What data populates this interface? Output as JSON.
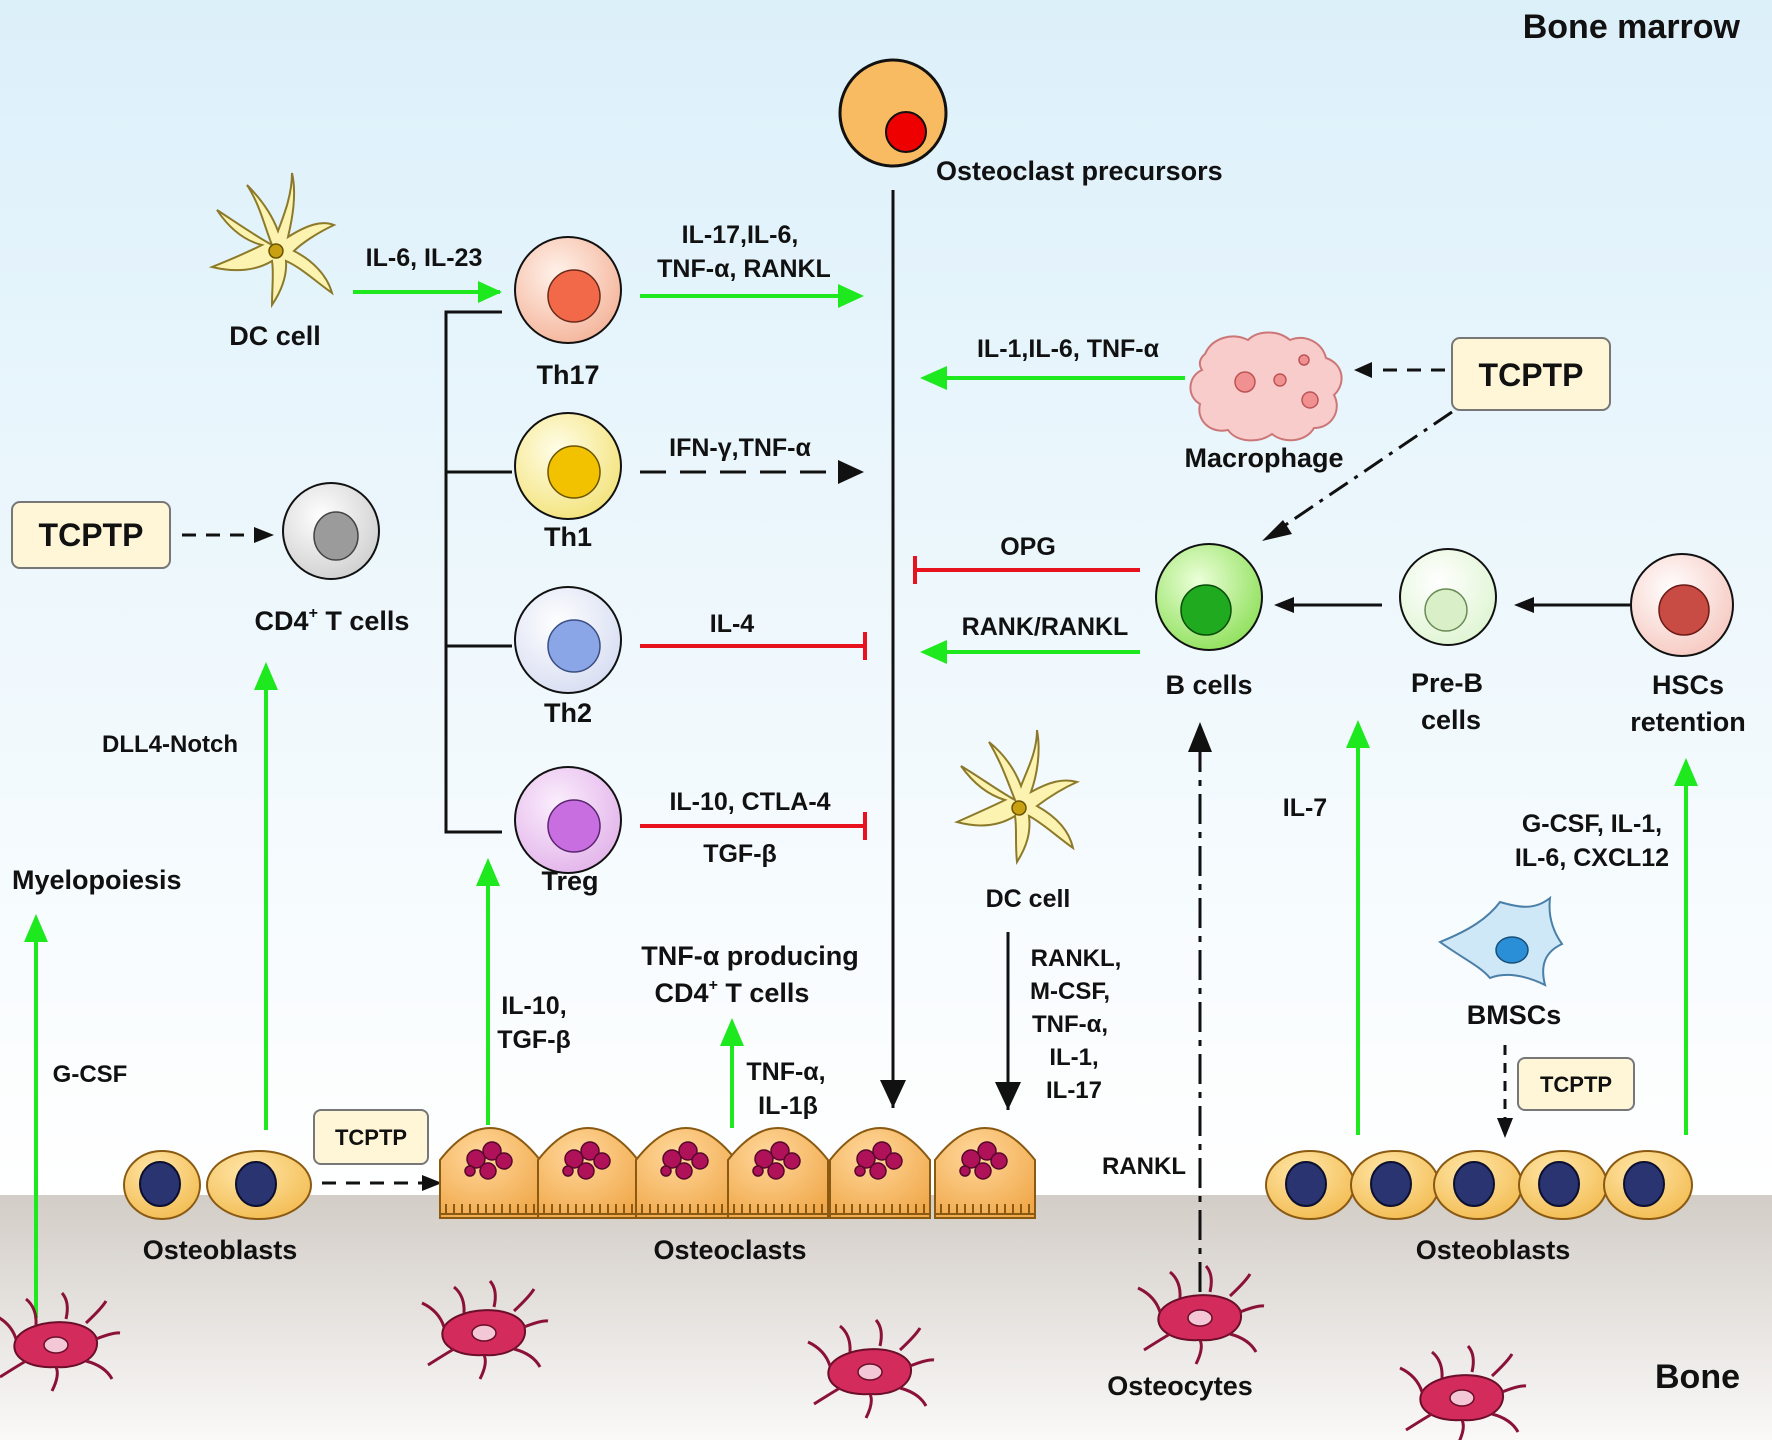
{
  "regions": {
    "top": "Bone marrow",
    "bottom": "Bone"
  },
  "tcptp": "TCPTP",
  "cells": {
    "osteoclast_precursors": "Osteoclast precursors",
    "dc_cell": "DC cell",
    "th17": "Th17",
    "th1": "Th1",
    "th2": "Th2",
    "treg": "Treg",
    "cd4_t_cells": "CD4",
    "cd4_t_cells_sup": "+",
    "cd4_t_cells_suffix": " T cells",
    "macrophage": "Macrophage",
    "b_cells": "B cells",
    "pre_b_line1": "Pre-B",
    "pre_b_line2": "cells",
    "hscs_line1": "HSCs",
    "hscs_line2": "retention",
    "myelopoiesis": "Myelopoiesis",
    "tnf_producing_line1": "TNF-α producing",
    "tnf_producing_line2_a": "CD4",
    "tnf_producing_line2_sup": "+",
    "tnf_producing_line2_b": " T cells",
    "dc_cell_lower": "DC cell",
    "bmscs": "BMSCs",
    "osteoblasts_left": "Osteoblasts",
    "osteoclasts": "Osteoclasts",
    "osteoblasts_right": "Osteoblasts",
    "osteocytes": "Osteocytes"
  },
  "signals": {
    "il6_il23": "IL-6, IL-23",
    "th17_out_1": "IL-17,IL-6,",
    "th17_out_2": "TNF-α, RANKL",
    "macrophage_out": "IL-1,IL-6, TNF-α",
    "th1_out": "IFN-γ,TNF-α",
    "opg": "OPG",
    "il4": "IL-4",
    "rank_rankl": "RANK/RANKL",
    "treg_out_1": "IL-10, CTLA-4",
    "treg_out_2": "TGF-β",
    "dll4_notch": "DLL4-Notch",
    "gcsf": "G-CSF",
    "il10_tgfb_1": "IL-10,",
    "il10_tgfb_2": "TGF-β",
    "tnf_il1b_1": "TNF-α,",
    "tnf_il1b_2": "IL-1β",
    "dc_out_1": "RANKL,",
    "dc_out_2": "M-CSF,",
    "dc_out_3": "TNF-α,",
    "dc_out_4": "IL-1,",
    "dc_out_5": "IL-17",
    "rankl": "RANKL",
    "il7": "IL-7",
    "gcsf_group_1": "G-CSF, IL-1,",
    "gcsf_group_2": "IL-6, CXCL12"
  },
  "colors": {
    "activate": "#1ee81e",
    "inhibit": "#e8121e",
    "neutral": "#111111",
    "tcptp_box": "#fff6d8",
    "marrow_top": "#dff1fa",
    "bone": "#d6d1cc"
  }
}
